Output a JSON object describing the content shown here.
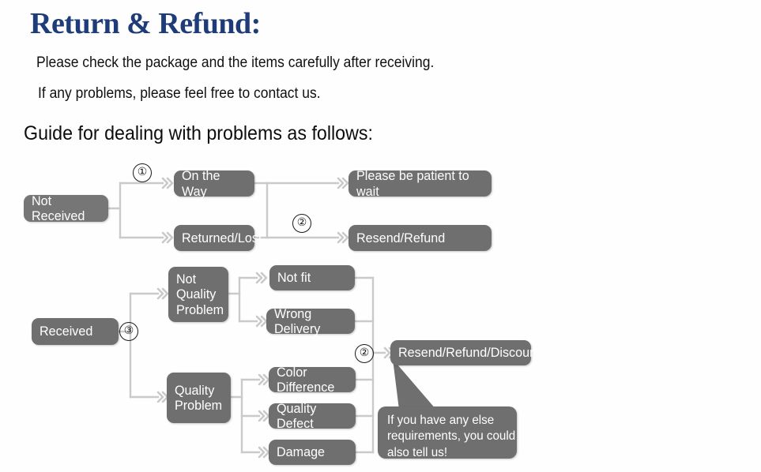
{
  "header": {
    "title": "Return & Refund:",
    "line1": "Please check the package and the items carefully after receiving.",
    "line2": "If any problems, please feel free to contact us.",
    "guide": "Guide for dealing with problems as follows:"
  },
  "colors": {
    "title_blue": "#1d3c78",
    "node_gray": "#6f6f6f",
    "node_gray_light": "#767676",
    "node_text": "#ffffff",
    "connector_gray": "#c9c9c9",
    "body_text": "#101010",
    "background": "#ffffff"
  },
  "flow": {
    "nodes": {
      "not_received": "Not Received",
      "on_the_way": "On the Way",
      "returned_lost": "Returned/Lost",
      "please_wait": "Please be patient to wait",
      "resend_refund": "Resend/Refund",
      "received": "Received",
      "not_quality_problem_l1": "Not",
      "not_quality_problem_l2": "Quality",
      "not_quality_problem_l3": "Problem",
      "quality_problem_l1": "Quality",
      "quality_problem_l2": "Problem",
      "not_fit": "Not fit",
      "wrong_delivery": "Wrong Delivery",
      "color_difference": "Color Difference",
      "quality_defect": "Quality Defect",
      "damage": "Damage",
      "resend_refund_discount": "Resend/Refund/Discount"
    },
    "steps": {
      "one": "①",
      "two_top": "②",
      "three": "③",
      "two_bottom": "②"
    },
    "callout": {
      "line1": "If you have any else",
      "line2": "requirements, you could",
      "line3": "also tell us!"
    }
  }
}
